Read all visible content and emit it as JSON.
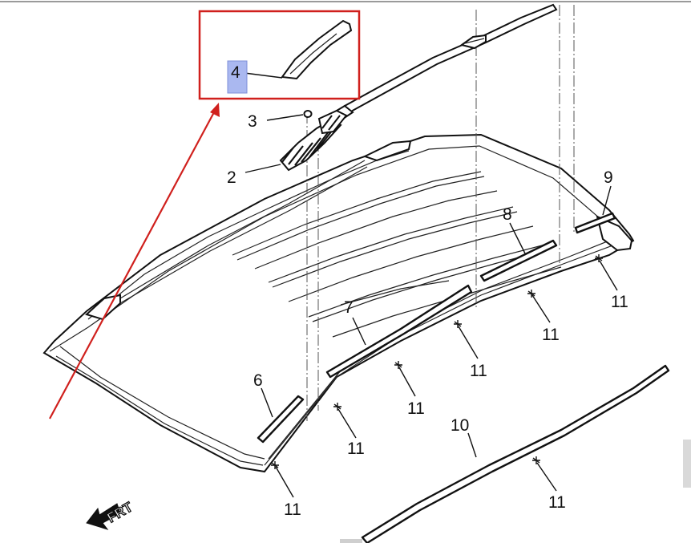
{
  "callouts": {
    "c1": "2",
    "c2": "3",
    "c3": "4",
    "c4": "6",
    "c5": "7",
    "c6": "8",
    "c7": "9",
    "c8": "10",
    "c9": "11"
  },
  "frt_label": "FRT",
  "colors": {
    "highlight_box": "#d0201d",
    "arrow": "#d0201d",
    "selected_callout_fill": "#aab8f0",
    "line_art": "#111111"
  }
}
